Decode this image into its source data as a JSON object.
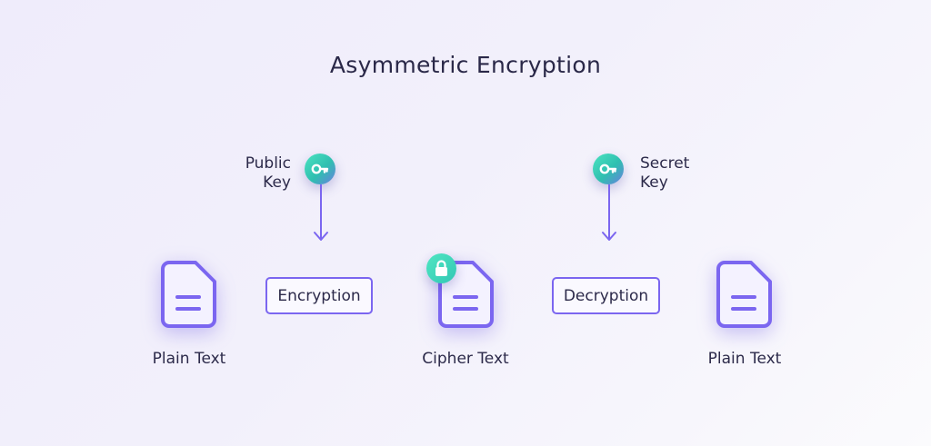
{
  "diagram": {
    "title": "Asymmetric Encryption",
    "public_key": {
      "line1": "Public",
      "line2": "Key",
      "icon": "key-icon"
    },
    "secret_key": {
      "line1": "Secret",
      "line2": "Key",
      "icon": "key-icon"
    },
    "steps": {
      "encryption": "Encryption",
      "decryption": "Decryption"
    },
    "documents": {
      "plain_left": "Plain Text",
      "cipher": "Cipher Text",
      "plain_right": "Plain Text"
    },
    "lock_icon": "lock-icon",
    "colors": {
      "accent": "#7b66f0",
      "badge": "#33c7b4",
      "text": "#2c2a4a"
    }
  }
}
